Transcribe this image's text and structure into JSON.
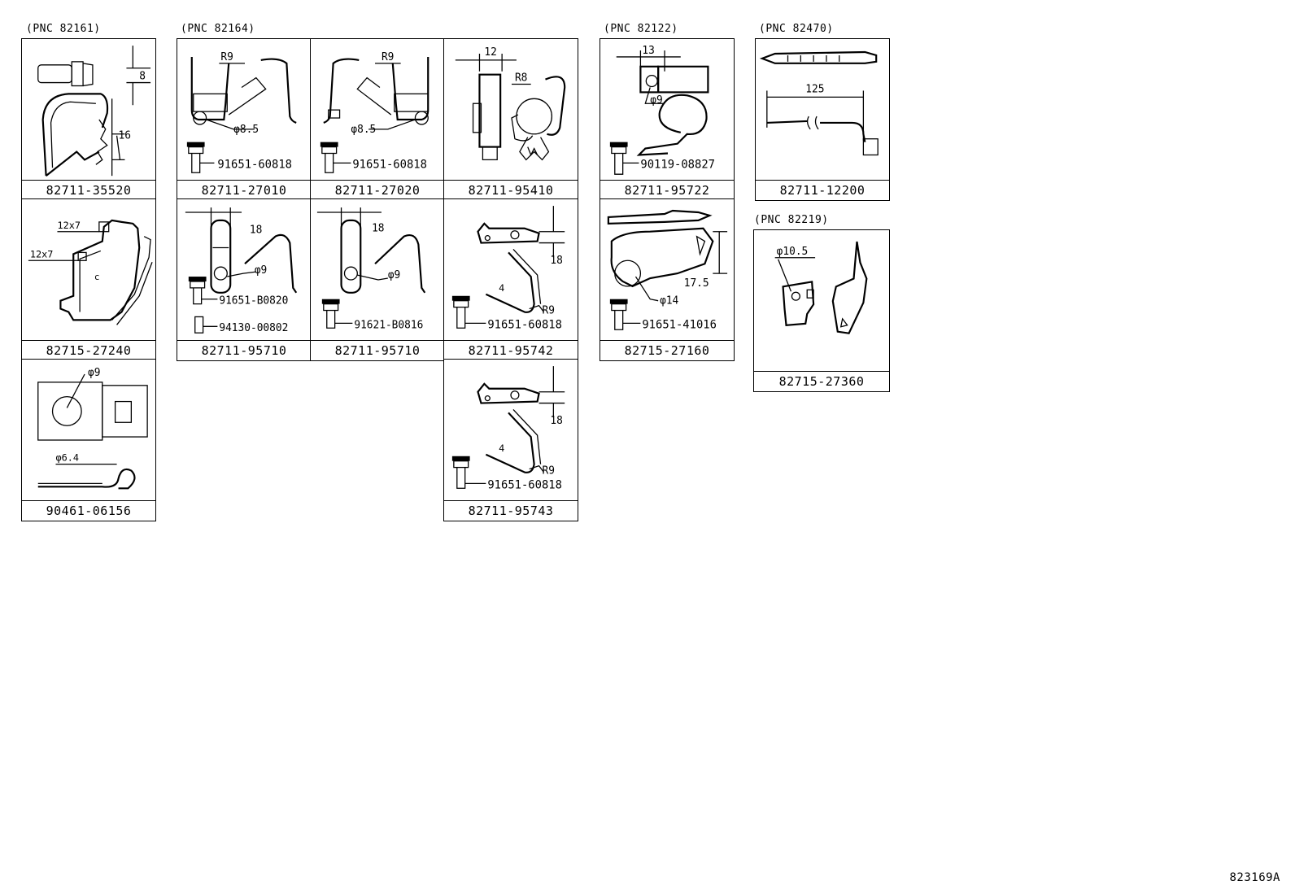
{
  "pnc_groups": {
    "g82161": "(PNC 82161)",
    "g82164": "(PNC 82164)",
    "g82122": "(PNC 82122)",
    "g82470": "(PNC 82470)",
    "g82219": "(PNC 82219)"
  },
  "cells": {
    "c1": {
      "part": "82711-35520",
      "dims": [
        "8",
        "16"
      ]
    },
    "c2": {
      "part": "82715-27240",
      "dims": [
        "12x7",
        "12x7"
      ]
    },
    "c3": {
      "part": "90461-06156",
      "dims": [
        "φ9",
        "φ6.4"
      ]
    },
    "c4": {
      "part": "82711-27010",
      "dims": [
        "R9",
        "φ8.5"
      ],
      "bolt": "91651-60818"
    },
    "c5": {
      "part": "82711-27020",
      "dims": [
        "R9",
        "φ8.5"
      ],
      "bolt": "91651-60818"
    },
    "c6": {
      "part": "82711-95410",
      "dims": [
        "12",
        "R8"
      ]
    },
    "c7": {
      "part": "82711-95710",
      "dims": [
        "18",
        "φ9"
      ],
      "bolt": "91651-B0820",
      "pin": "94130-00802"
    },
    "c8": {
      "part": "82711-95710",
      "dims": [
        "18",
        "φ9"
      ],
      "bolt": "91621-B0816"
    },
    "c9": {
      "part": "82711-95742",
      "dims": [
        "18",
        "4",
        "R9"
      ],
      "bolt": "91651-60818"
    },
    "c10": {
      "part": "82711-95743",
      "dims": [
        "18",
        "4",
        "R9"
      ],
      "bolt": "91651-60818"
    },
    "c11": {
      "part": "82711-95722",
      "dims": [
        "13",
        "φ9"
      ],
      "bolt": "90119-08827"
    },
    "c12": {
      "part": "82715-27160",
      "dims": [
        "17.5",
        "φ14"
      ],
      "bolt": "91651-41016"
    },
    "c13": {
      "part": "82711-12200",
      "dims": [
        "125"
      ]
    },
    "c14": {
      "part": "82715-27360",
      "dims": [
        "φ10.5"
      ]
    }
  },
  "diagram_code": "823169A"
}
